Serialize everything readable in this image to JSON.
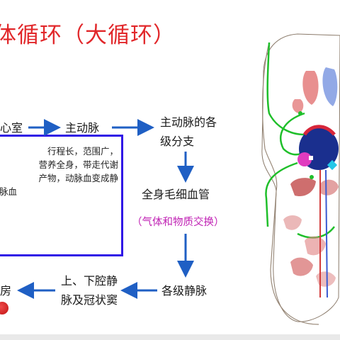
{
  "title": "体循环（大循环）",
  "nodes": {
    "left_ventricle": "心室",
    "aorta": "主动脉",
    "aorta_branches_line1": "主动脉的各",
    "aorta_branches_line2": "级分支",
    "capillaries": "全身毛细血管",
    "exchange": "（气体和物质交换）",
    "veins": "各级静脉",
    "vena_cava_line1": "上、下腔静",
    "vena_cava_line2": "脉及冠状窦",
    "atrium": "房"
  },
  "note": {
    "lines": [
      "行程长，范围广，",
      "营养全身，带走代谢",
      "产物，动脉血变成静",
      "脉血"
    ]
  },
  "colors": {
    "title": "#e1272a",
    "arrow": "#1f5fc4",
    "box_border": "#2f16e6",
    "exchange_text": "#c022b4"
  },
  "diagram": {
    "description_icon": "circulation-diagram"
  }
}
